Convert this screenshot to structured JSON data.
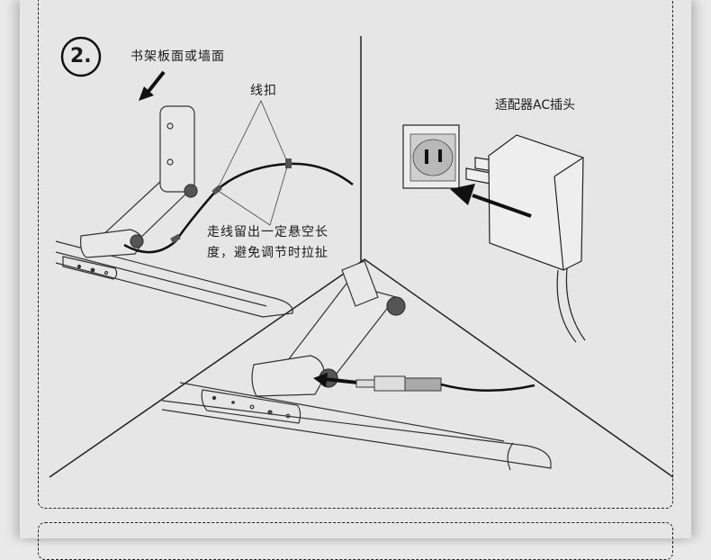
{
  "step": {
    "number": "2."
  },
  "labels": {
    "mount_surface": "书架板面或墙面",
    "cable_clip": "线扣",
    "cable_slack_line1": "走线留出一定悬空长",
    "cable_slack_line2": "度，避免调节时拉扯",
    "adapter": "适配器AC插头"
  },
  "colors": {
    "ink": "#1a1a1a",
    "paper": "#e6e6e6",
    "socket_fill": "#b8b8b8"
  }
}
